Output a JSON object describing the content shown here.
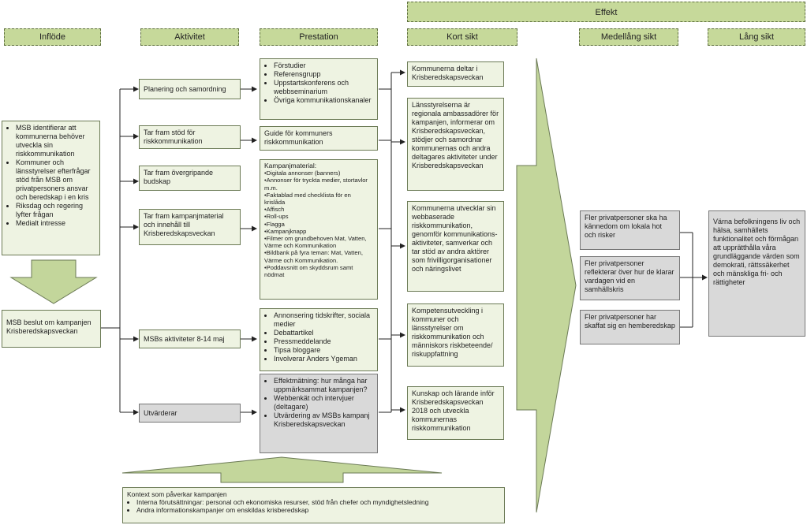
{
  "headers": {
    "effekt": "Effekt",
    "inflode": "Inflöde",
    "aktivitet": "Aktivitet",
    "prestation": "Prestation",
    "kort_sikt": "Kort sikt",
    "medellang_sikt": "Medellång sikt",
    "lang_sikt": "Lång sikt"
  },
  "inflode": {
    "items": [
      "MSB identifierar att kommunerna behöver utveckla sin riskkommunikation",
      "Kommuner och länsstyrelser efterfrågar stöd från MSB om privatpersoners ansvar och beredskap i en kris",
      "Riksdag och regering lyfter frågan",
      "Medialt intresse"
    ],
    "decision": "MSB beslut om kampanjen Krisberedskapsveckan"
  },
  "aktivitet": [
    "Planering och samordning",
    "Tar fram stöd för riskkommunikation",
    "Tar fram övergripande budskap",
    "Tar fram kampanjmaterial och innehåll till Krisberedskapsveckan",
    "MSBs aktiviteter 8-14 maj",
    "Utvärderar"
  ],
  "prestation": {
    "p1": [
      "Förstudier",
      "Referensgrupp",
      "Uppstartskonferens och webbseminarium",
      "Övriga kommunikationskanaler"
    ],
    "p2": "Guide för kommuners riskkommunikation",
    "p3_title": "Kampanjmaterial:",
    "p3": [
      "•Digitala annonser (banners)",
      "•Annonser för tryckta medier, stortavlor m.m.",
      "•Faktablad med checklista för en krislåda",
      "•Affisch",
      "•Roll-ups",
      "•Flagga",
      "•Kampanjknapp",
      "•Filmer om grundbehoven Mat, Vatten, Värme och Kommunikation",
      "•Bildbank på fyra teman: Mat, Vatten, Värme och Kommunikation.",
      "•Poddavsnitt om skyddsrum samt nödmat"
    ],
    "p4": [
      "Annonsering tidskrifter, sociala medier",
      "Debattartikel",
      "Pressmeddelande",
      "Tipsa bloggare",
      "Involverar Anders Ygeman"
    ],
    "p5": [
      "Effektmätning: hur många har uppmärksammat kampanjen?",
      "Webbenkät och intervjuer (deltagare)",
      "Utvärdering av MSBs kampanj Krisberedskapsveckan"
    ]
  },
  "kort_sikt": [
    "Kommunerna deltar i Krisberedskapsveckan",
    "Länsstyrelserna är regionala ambassadörer för kampanjen, informerar om Krisberedskapsveckan, stödjer och samordnar kommunernas och andra deltagares aktiviteter under Krisberedskapsveckan",
    "Kommunerna utvecklar sin webbaserade riskkommunikation, genomför kommunikations-aktiviteter, samverkar och tar stöd av andra aktörer som frivilligorganisationer och näringslivet",
    "Kompetensutveckling i kommuner och länsstyrelser om riskkommunikation och människors riskbeteende/ riskuppfattning",
    "Kunskap och lärande inför Krisberedskapsveckan 2018 och utveckla kommunernas riskkommunikation"
  ],
  "medellang_sikt": [
    "Fler privatpersoner ska ha kännedom om lokala hot och risker",
    "Fler privatpersoner reflekterar över hur de klarar vardagen vid en samhällskris",
    "Fler privatpersoner har skaffat sig en hemberedskap"
  ],
  "lang_sikt": "Värna befolkningens liv och hälsa, samhällets funktionalitet och förmågan att upprätthålla våra grundläggande värden som demokrati, rättssäkerhet och mänskliga fri- och rättigheter",
  "kontext": {
    "title": "Kontext som påverkar kampanjen",
    "items": [
      "Interna förutsättningar: personal och ekonomiska resurser, stöd från chefer och myndighetsledning",
      "Andra informationskampanjer om enskildas krisberedskap"
    ]
  },
  "colors": {
    "green_fill": "#eef3e2",
    "header_fill": "#c6d99a",
    "arrow_fill": "#c3d69b",
    "gray_fill": "#d9d9d9"
  }
}
